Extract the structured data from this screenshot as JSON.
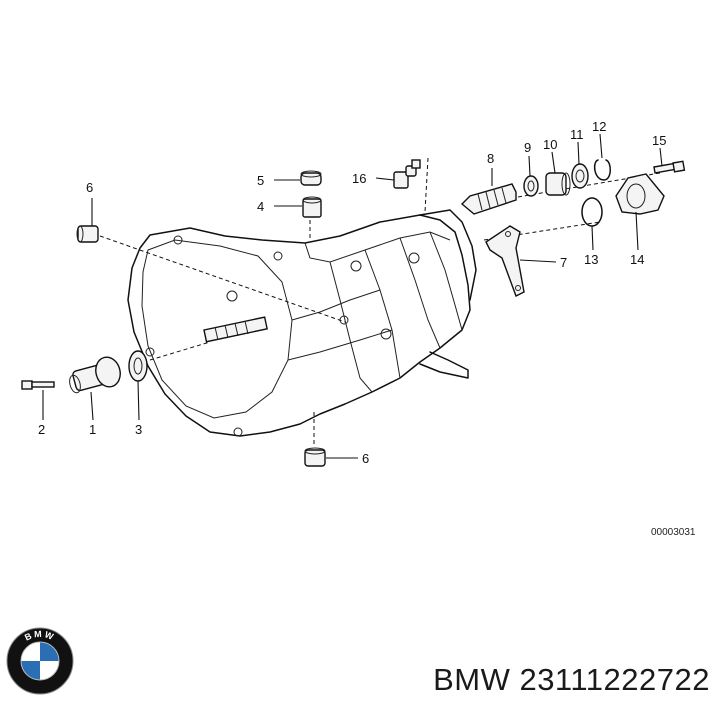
{
  "diagram": {
    "id_code": "00003031",
    "callouts": {
      "c1": "1",
      "c2": "2",
      "c3": "3",
      "c4": "4",
      "c5": "5",
      "c6a": "6",
      "c6b": "6",
      "c7": "7",
      "c8": "8",
      "c9": "9",
      "c10": "10",
      "c11": "11",
      "c12": "12",
      "c13": "13",
      "c14": "14",
      "c15": "15",
      "c16": "16"
    }
  },
  "footer": {
    "brand_part": "BMW 23111222722"
  },
  "logo": {
    "text": "BMW",
    "colors": {
      "ring": "#111111",
      "blue": "#2a6fb3",
      "white": "#ffffff"
    }
  }
}
